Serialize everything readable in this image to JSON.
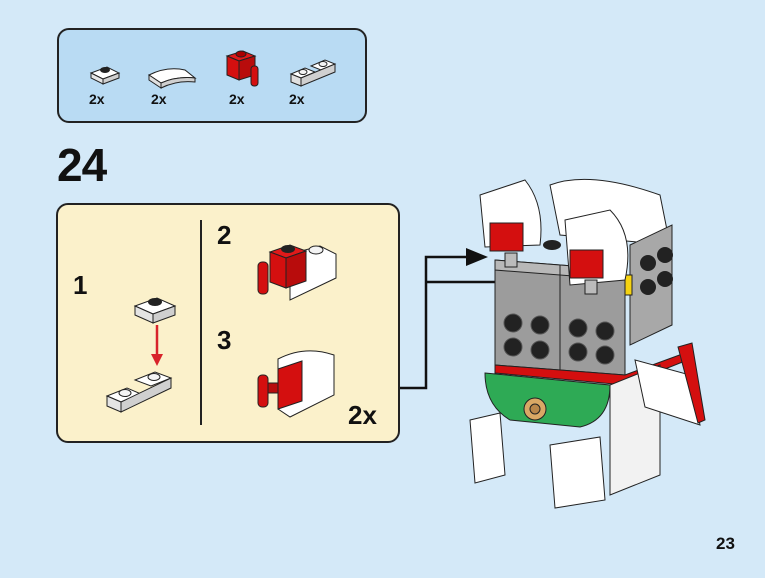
{
  "parts_list": {
    "items": [
      {
        "part": "white-plate-1x1-with-black-stud",
        "quantity": "2x"
      },
      {
        "part": "white-curved-slope-1x2",
        "quantity": "2x"
      },
      {
        "part": "red-brick-1x1-with-clip-bar",
        "quantity": "2x"
      },
      {
        "part": "white-inverted-slope-1x2-with-studs",
        "quantity": "2x"
      }
    ]
  },
  "step": {
    "number": "24",
    "substeps": [
      {
        "label": "1"
      },
      {
        "label": "2"
      },
      {
        "label": "3"
      }
    ],
    "multiplier": "2x"
  },
  "page": {
    "number": "23"
  },
  "colors": {
    "background": "#d4e9f8",
    "parts_box": "#b9dbf3",
    "substep_box": "#fbf1cb",
    "brick_red": "#d40f0f",
    "brick_white": "#ffffff",
    "brick_gray": "#a0a0a0",
    "brick_green": "#2eaa55",
    "arrow_red": "#d8232a"
  }
}
